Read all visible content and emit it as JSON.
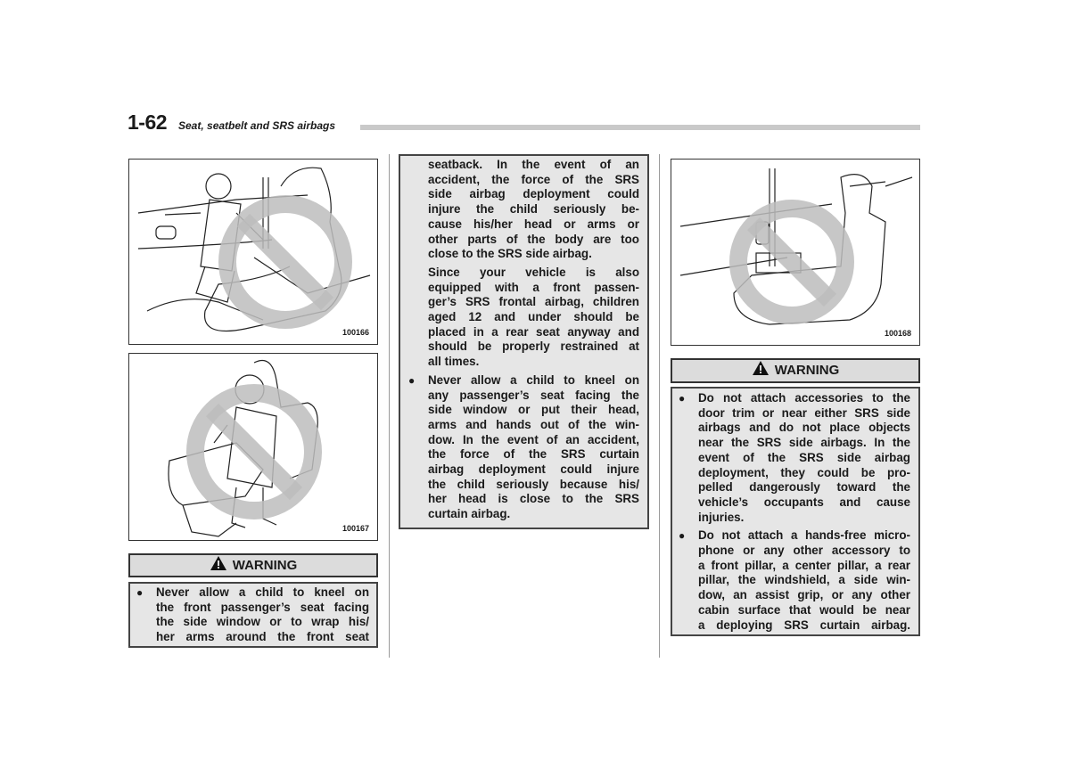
{
  "header": {
    "page_number": "1-62",
    "section_title": "Seat, seatbelt and SRS airbags"
  },
  "figures": [
    {
      "id": "100166",
      "icon": "prohibited-child-kneeling-facing-window"
    },
    {
      "id": "100167",
      "icon": "prohibited-child-hugging-seatback"
    },
    {
      "id": "100168",
      "icon": "prohibited-object-near-side-airbag"
    }
  ],
  "left_warning": {
    "title": "WARNING",
    "bullets": [
      {
        "lines": [
          "Never allow a child to kneel on",
          "the front passenger’s seat facing",
          "the side window or to wrap his/",
          "her arms around the front seat"
        ]
      }
    ]
  },
  "middle_continuation": {
    "paragraphs": [
      {
        "lines": [
          "seatback. In the event of an",
          "accident, the force of the SRS",
          "side airbag deployment could",
          "injure the child seriously be-",
          "cause his/her head or arms or",
          "other parts of the body are too",
          "close to the SRS side airbag."
        ]
      },
      {
        "lines": [
          "Since your vehicle is also",
          "equipped with a front passen-",
          "ger’s SRS frontal airbag, children",
          "aged 12 and under should be",
          "placed in a rear seat anyway and",
          "should be properly restrained at",
          "all times."
        ]
      }
    ],
    "bullets": [
      {
        "lines": [
          "Never allow a child to kneel on",
          "any passenger’s seat facing the",
          "side window or put their head,",
          "arms and hands out of the win-",
          "dow. In the event of an accident,",
          "the force of the SRS curtain",
          "airbag deployment could injure",
          "the child seriously because his/",
          "her head is close to the SRS",
          "curtain airbag."
        ]
      }
    ]
  },
  "right_warning": {
    "title": "WARNING",
    "bullets": [
      {
        "lines": [
          "Do not attach accessories to the",
          "door trim or near either SRS side",
          "airbags and do not place objects",
          "near the SRS side airbags. In the",
          "event of the SRS side airbag",
          "deployment, they could be pro-",
          "pelled dangerously toward the",
          "vehicle’s occupants and cause",
          "injuries."
        ]
      },
      {
        "lines": [
          "Do not attach a hands-free micro-",
          "phone or any other accessory to",
          "a front pillar, a center pillar, a rear",
          "pillar, the windshield, a side win-",
          "dow, an assist grip, or any other",
          "cabin surface that would be near",
          "a deploying SRS curtain airbag."
        ]
      }
    ]
  },
  "colors": {
    "box_bg": "#e6e6e6",
    "heading_bg": "#dcdcdc",
    "prohibit": "#bdbdbd"
  }
}
